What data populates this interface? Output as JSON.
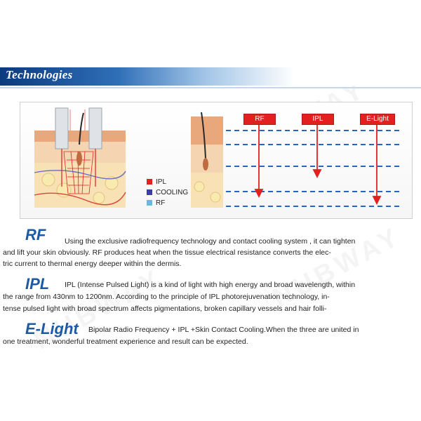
{
  "banner": {
    "title": "Technologies"
  },
  "watermark": {
    "text": "NUBWAY"
  },
  "diagram": {
    "legend": [
      {
        "label": "IPL",
        "color": "#e2201f"
      },
      {
        "label": "COOLING",
        "color": "#3d3fa0"
      },
      {
        "label": "RF",
        "color": "#6fb6df"
      }
    ],
    "flags": [
      {
        "label": "RF"
      },
      {
        "label": "IPL"
      },
      {
        "label": "E-Light"
      }
    ],
    "colors": {
      "dashed": "#2b63c3",
      "arrow": "#e2201f"
    }
  },
  "sections": [
    {
      "heading": "RF",
      "lines": [
        "Using the exclusive radiofrequency technology and contact cooling system , it can tighten",
        "and lift your skin obviously. RF produces heat when the tissue electrical resistance converts the elec-",
        "tric current to thermal energy deeper within the dermis."
      ]
    },
    {
      "heading": "IPL",
      "lines": [
        "IPL (Intense Pulsed Light) is a kind of light with high energy and broad wavelength, within",
        "the range from  430nm to 1200nm. According to the principle of IPL photorejuvenation technology, in-",
        "tense pulsed light with broad spectrum affects pigmentations, broken capillary vessels and hair folli-"
      ]
    },
    {
      "heading": "E-Light",
      "lines": [
        "Bipolar Radio Frequency + IPL +Skin Contact Cooling.When the three are united in",
        "one treatment, wonderful treatment experience and result can be expected."
      ]
    }
  ]
}
